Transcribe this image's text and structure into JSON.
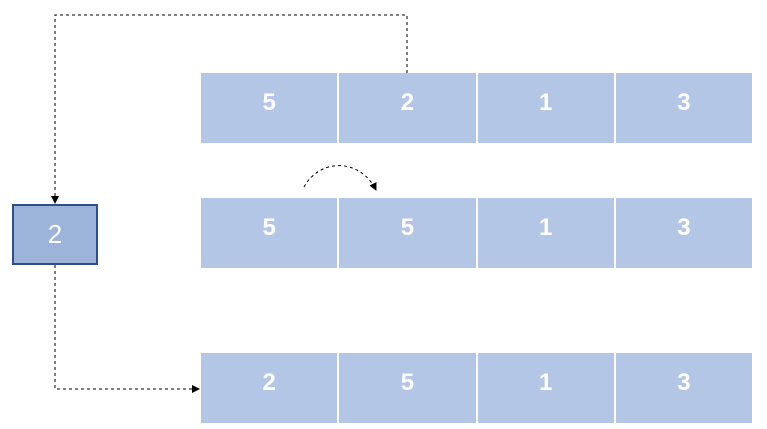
{
  "colors": {
    "cell_fill": "#b3c6e6",
    "cell_text": "#ffffff",
    "temp_fill": "#9db4da",
    "temp_border": "#2f4f8a",
    "connector": "#000000"
  },
  "rows": [
    {
      "cells": [
        "5",
        "2",
        "1",
        "3"
      ]
    },
    {
      "cells": [
        "5",
        "5",
        "1",
        "3"
      ]
    },
    {
      "cells": [
        "2",
        "5",
        "1",
        "3"
      ]
    }
  ],
  "temp": {
    "value": "2"
  }
}
